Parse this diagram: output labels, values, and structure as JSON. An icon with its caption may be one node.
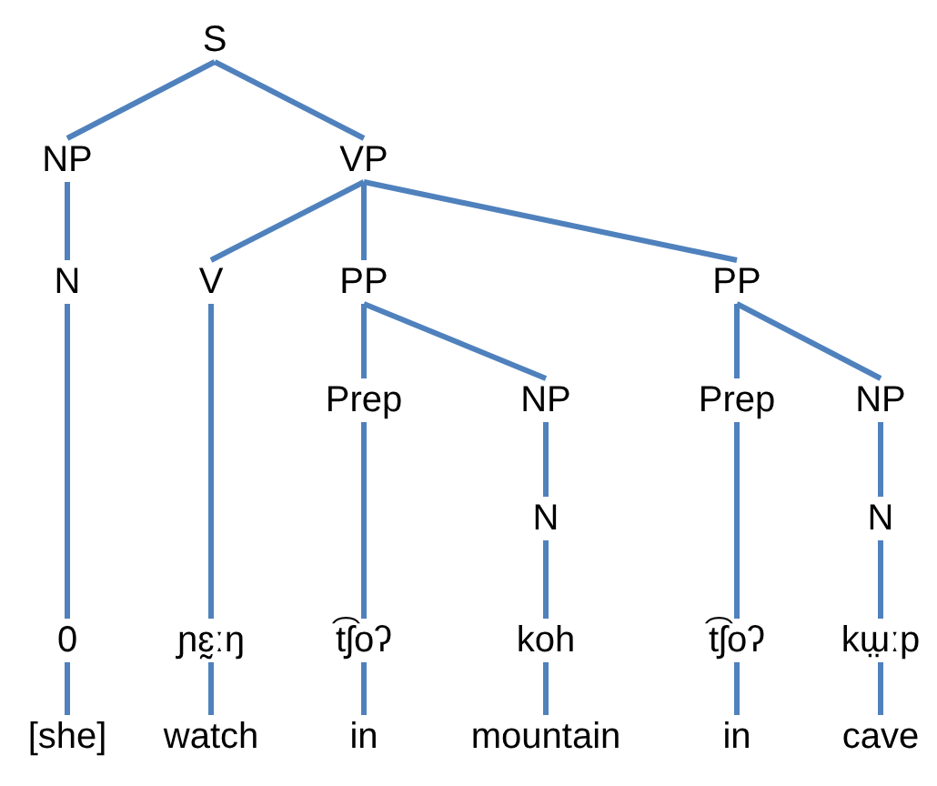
{
  "diagram": {
    "nodes": [
      {
        "text": [
          "S"
        ]
      },
      {
        "text": [
          "NP"
        ]
      },
      {
        "text": [
          "VP"
        ]
      },
      {
        "text": [
          "N"
        ]
      },
      {
        "text": [
          "V"
        ]
      },
      {
        "text": [
          "PP"
        ]
      },
      {
        "text": [
          "PP"
        ]
      },
      {
        "text": [
          "Prep"
        ]
      },
      {
        "text": [
          "NP"
        ]
      },
      {
        "text": [
          "Prep"
        ]
      },
      {
        "text": [
          "NP"
        ]
      },
      {
        "text": [
          "N"
        ]
      },
      {
        "text": [
          "N"
        ]
      },
      {
        "text": [
          "0"
        ]
      },
      {
        "text": [
          "ɲɛ̰ːŋ"
        ]
      },
      {
        "text": [
          "t͡ʃoʔ"
        ]
      },
      {
        "text": [
          "koh"
        ]
      },
      {
        "text": [
          "t͡ʃoʔ"
        ]
      },
      {
        "text": [
          "kɯ̤ːp"
        ]
      },
      {
        "text": [
          "[she]"
        ]
      },
      {
        "text": [
          "watch"
        ]
      },
      {
        "text": [
          "in"
        ]
      },
      {
        "text": [
          "mountain"
        ]
      },
      {
        "text": [
          "in"
        ]
      },
      {
        "text": [
          "cave"
        ]
      }
    ],
    "edges": [
      {
        "from": 0,
        "to": 1,
        "arrow": "none"
      },
      {
        "from": 0,
        "to": 2,
        "arrow": "none"
      },
      {
        "from": 1,
        "to": 3,
        "arrow": "none"
      },
      {
        "from": 2,
        "to": 4,
        "arrow": "none"
      },
      {
        "from": 2,
        "to": 5,
        "arrow": "none"
      },
      {
        "from": 2,
        "to": 6,
        "arrow": "none"
      },
      {
        "from": 5,
        "to": 7,
        "arrow": "none"
      },
      {
        "from": 5,
        "to": 8,
        "arrow": "none"
      },
      {
        "from": 6,
        "to": 9,
        "arrow": "none"
      },
      {
        "from": 6,
        "to": 10,
        "arrow": "none"
      },
      {
        "from": 8,
        "to": 11,
        "arrow": "none"
      },
      {
        "from": 10,
        "to": 12,
        "arrow": "none"
      },
      {
        "from": 3,
        "to": 13,
        "arrow": "none"
      },
      {
        "from": 4,
        "to": 14,
        "arrow": "none"
      },
      {
        "from": 7,
        "to": 15,
        "arrow": "none"
      },
      {
        "from": 11,
        "to": 16,
        "arrow": "none"
      },
      {
        "from": 9,
        "to": 17,
        "arrow": "none"
      },
      {
        "from": 12,
        "to": 18,
        "arrow": "none"
      },
      {
        "from": 13,
        "to": 19,
        "arrow": "none"
      },
      {
        "from": 14,
        "to": 20,
        "arrow": "none"
      },
      {
        "from": 15,
        "to": 21,
        "arrow": "none"
      },
      {
        "from": 16,
        "to": 22,
        "arrow": "none"
      },
      {
        "from": 17,
        "to": 23,
        "arrow": "none"
      },
      {
        "from": 18,
        "to": 24,
        "arrow": "none"
      }
    ]
  }
}
